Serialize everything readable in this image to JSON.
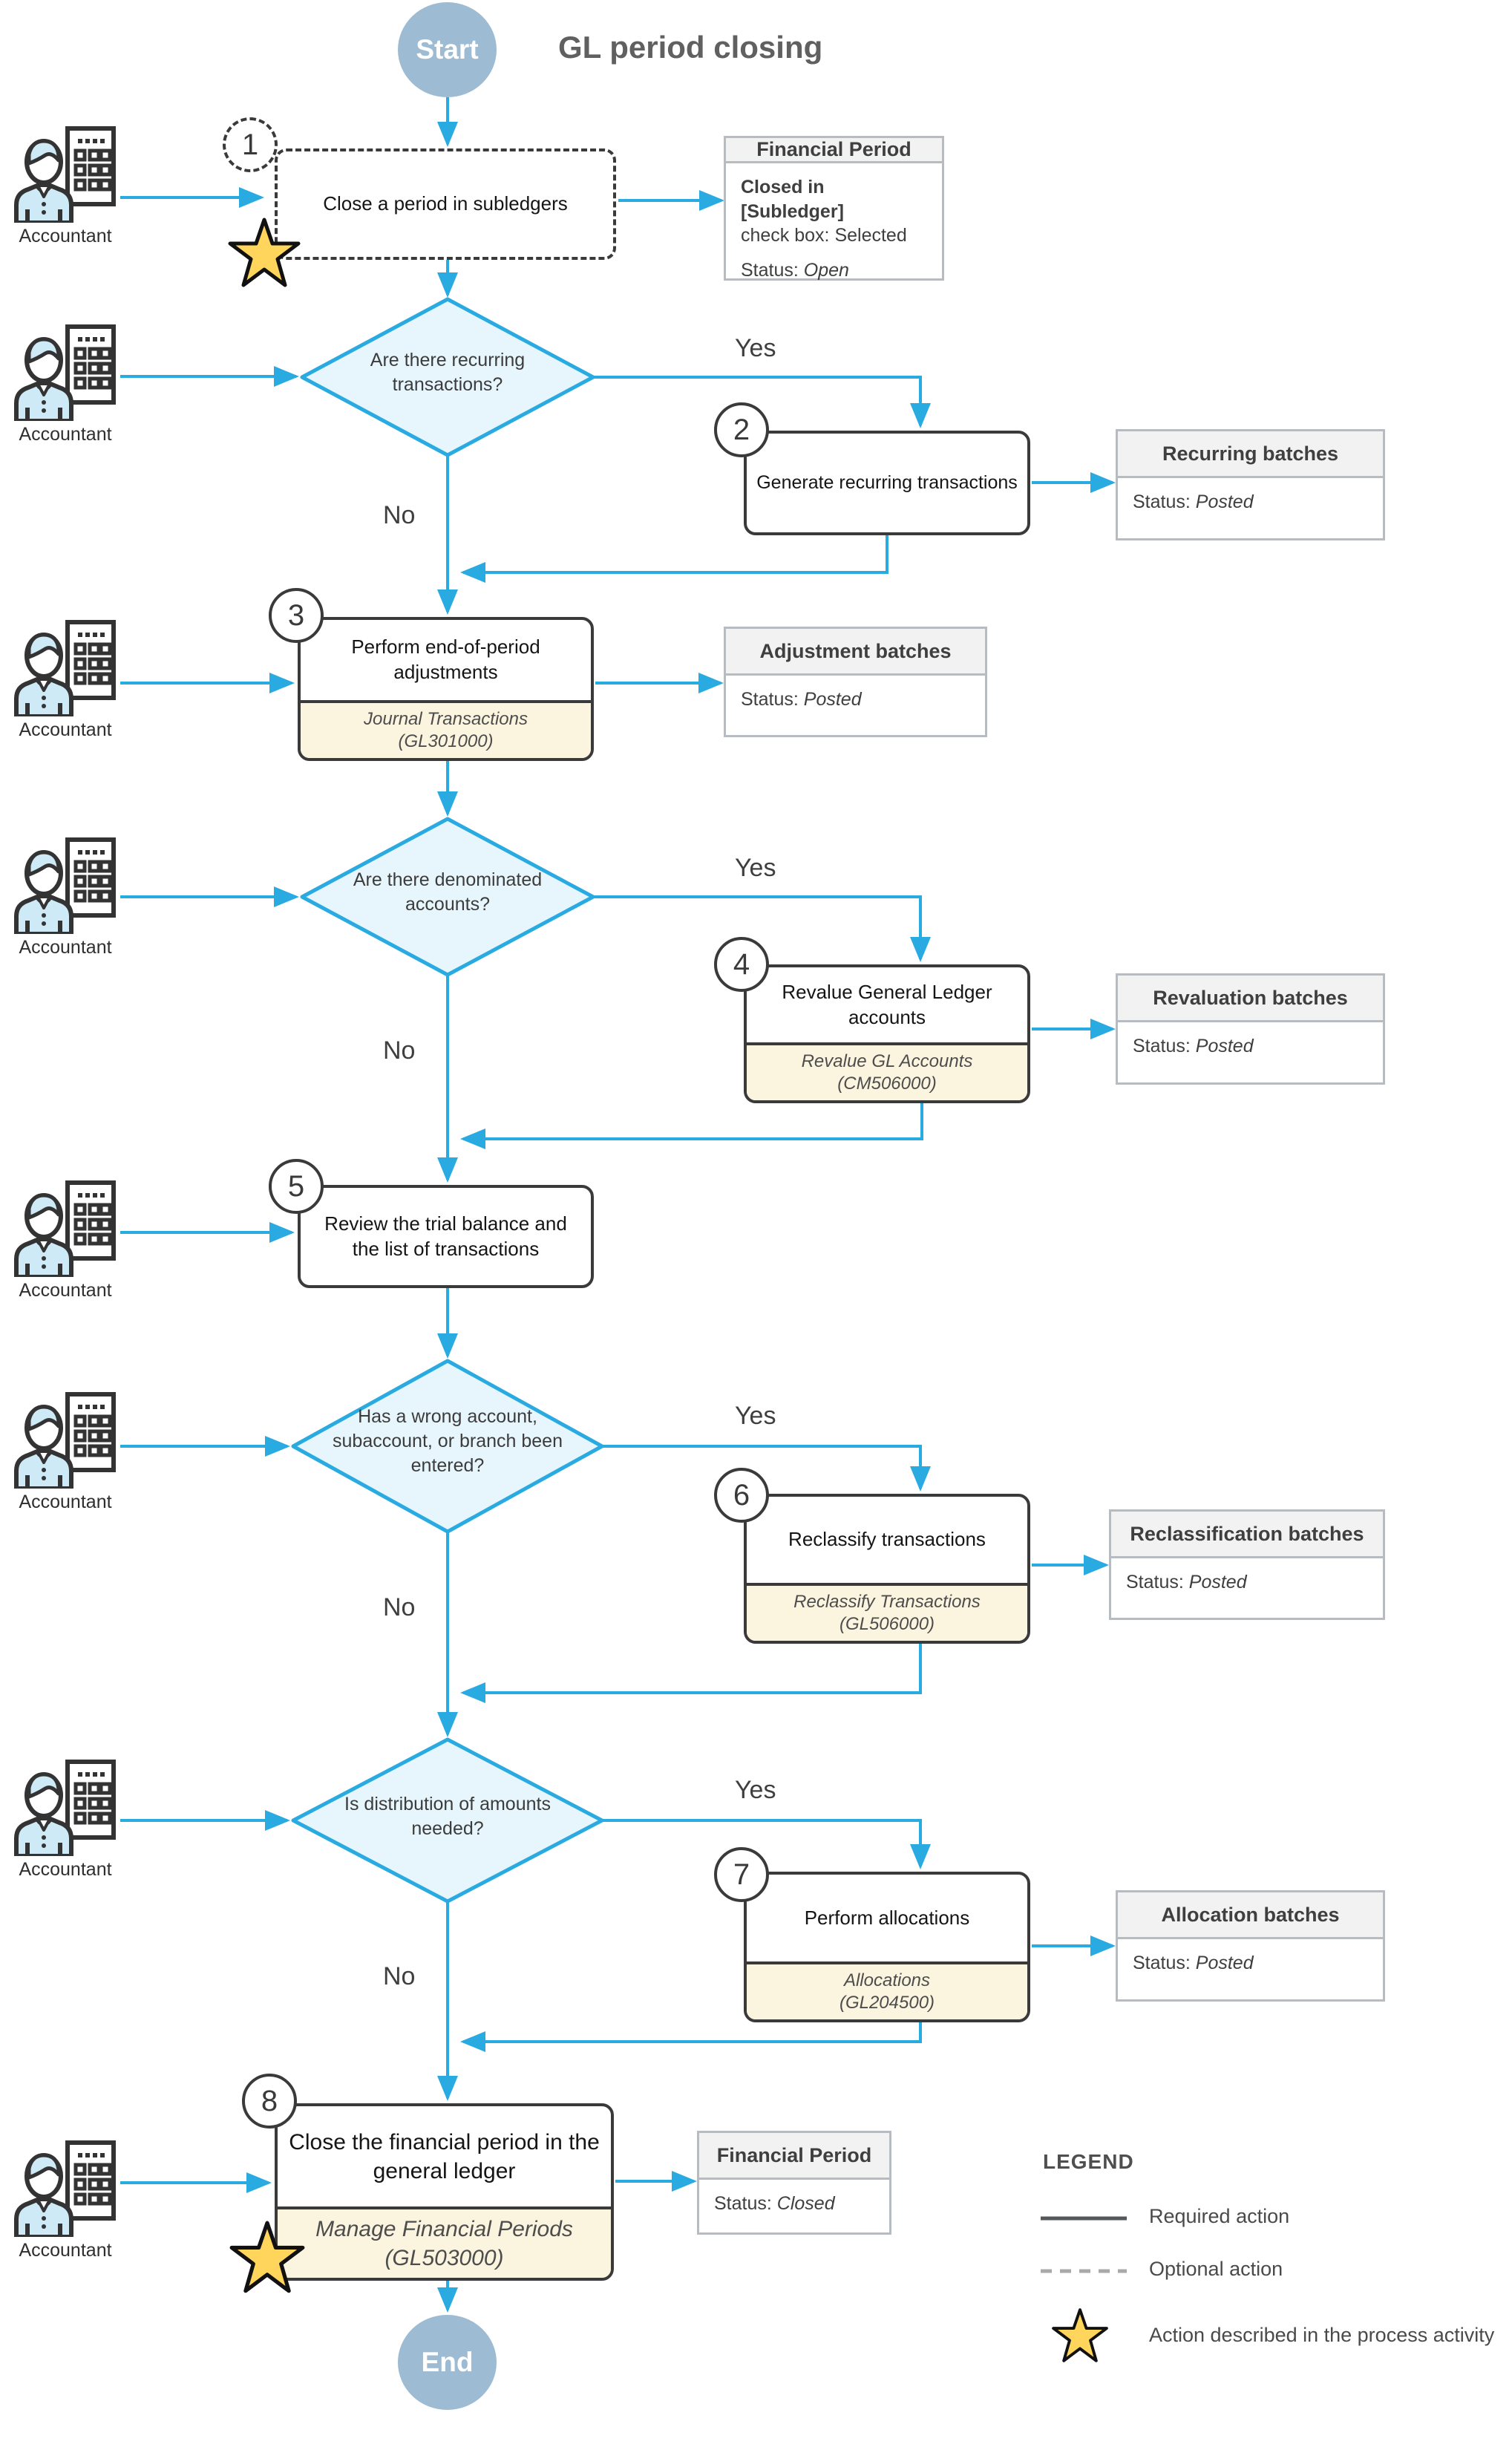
{
  "title": "GL period closing",
  "start_label": "Start",
  "end_label": "End",
  "actor_label": "Accountant",
  "decision_yes": "Yes",
  "decision_no": "No",
  "steps": {
    "s1": {
      "num": "1",
      "text": "Close a period in subledgers"
    },
    "s2": {
      "num": "2",
      "text": "Generate recurring transactions"
    },
    "s3": {
      "num": "3",
      "text": "Perform end-of-period adjustments",
      "sub": "Journal Transactions\n(GL301000)"
    },
    "s4": {
      "num": "4",
      "text": "Revalue General Ledger accounts",
      "sub": "Revalue GL Accounts\n(CM506000)"
    },
    "s5": {
      "num": "5",
      "text": "Review the trial balance and the list of transactions"
    },
    "s6": {
      "num": "6",
      "text": "Reclassify transactions",
      "sub": "Reclassify Transactions\n(GL506000)"
    },
    "s7": {
      "num": "7",
      "text": "Perform allocations",
      "sub": "Allocations\n(GL204500)"
    },
    "s8": {
      "num": "8",
      "text": "Close the financial period in the general ledger",
      "sub": "Manage Financial Periods\n(GL503000)"
    }
  },
  "decisions": {
    "d1": "Are there recurring transactions?",
    "d2": "Are there denominated accounts?",
    "d3": "Has a wrong account, subaccount, or branch been entered?",
    "d4": "Is distribution of amounts needed?"
  },
  "artifacts": {
    "fp1": {
      "title": "Financial Period",
      "line1": "Closed in [Subledger]",
      "line2": "check box: Selected",
      "status_label": "Status:",
      "status_value": "Open"
    },
    "recurring": {
      "title": "Recurring batches",
      "status_label": "Status:",
      "status_value": "Posted"
    },
    "adjustment": {
      "title": "Adjustment batches",
      "status_label": "Status:",
      "status_value": "Posted"
    },
    "revaluation": {
      "title": "Revaluation batches",
      "status_label": "Status:",
      "status_value": "Posted"
    },
    "reclassification": {
      "title": "Reclassification batches",
      "status_label": "Status:",
      "status_value": "Posted"
    },
    "allocation": {
      "title": "Allocation batches",
      "status_label": "Status:",
      "status_value": "Posted"
    },
    "fp2": {
      "title": "Financial Period",
      "status_label": "Status:",
      "status_value": "Closed"
    }
  },
  "legend": {
    "title": "LEGEND",
    "required": "Required action",
    "optional": "Optional action",
    "star": "Action described in the process activity"
  },
  "colors": {
    "arrow": "#29abe2",
    "diamond_fill": "#e7f6fd",
    "terminator_fill": "#9dbbd2",
    "sub_label_fill": "#fbf4df",
    "star_fill": "#ffd55c",
    "box_border": "#3a3a3a",
    "sidebox_border": "#b6bcc1"
  }
}
